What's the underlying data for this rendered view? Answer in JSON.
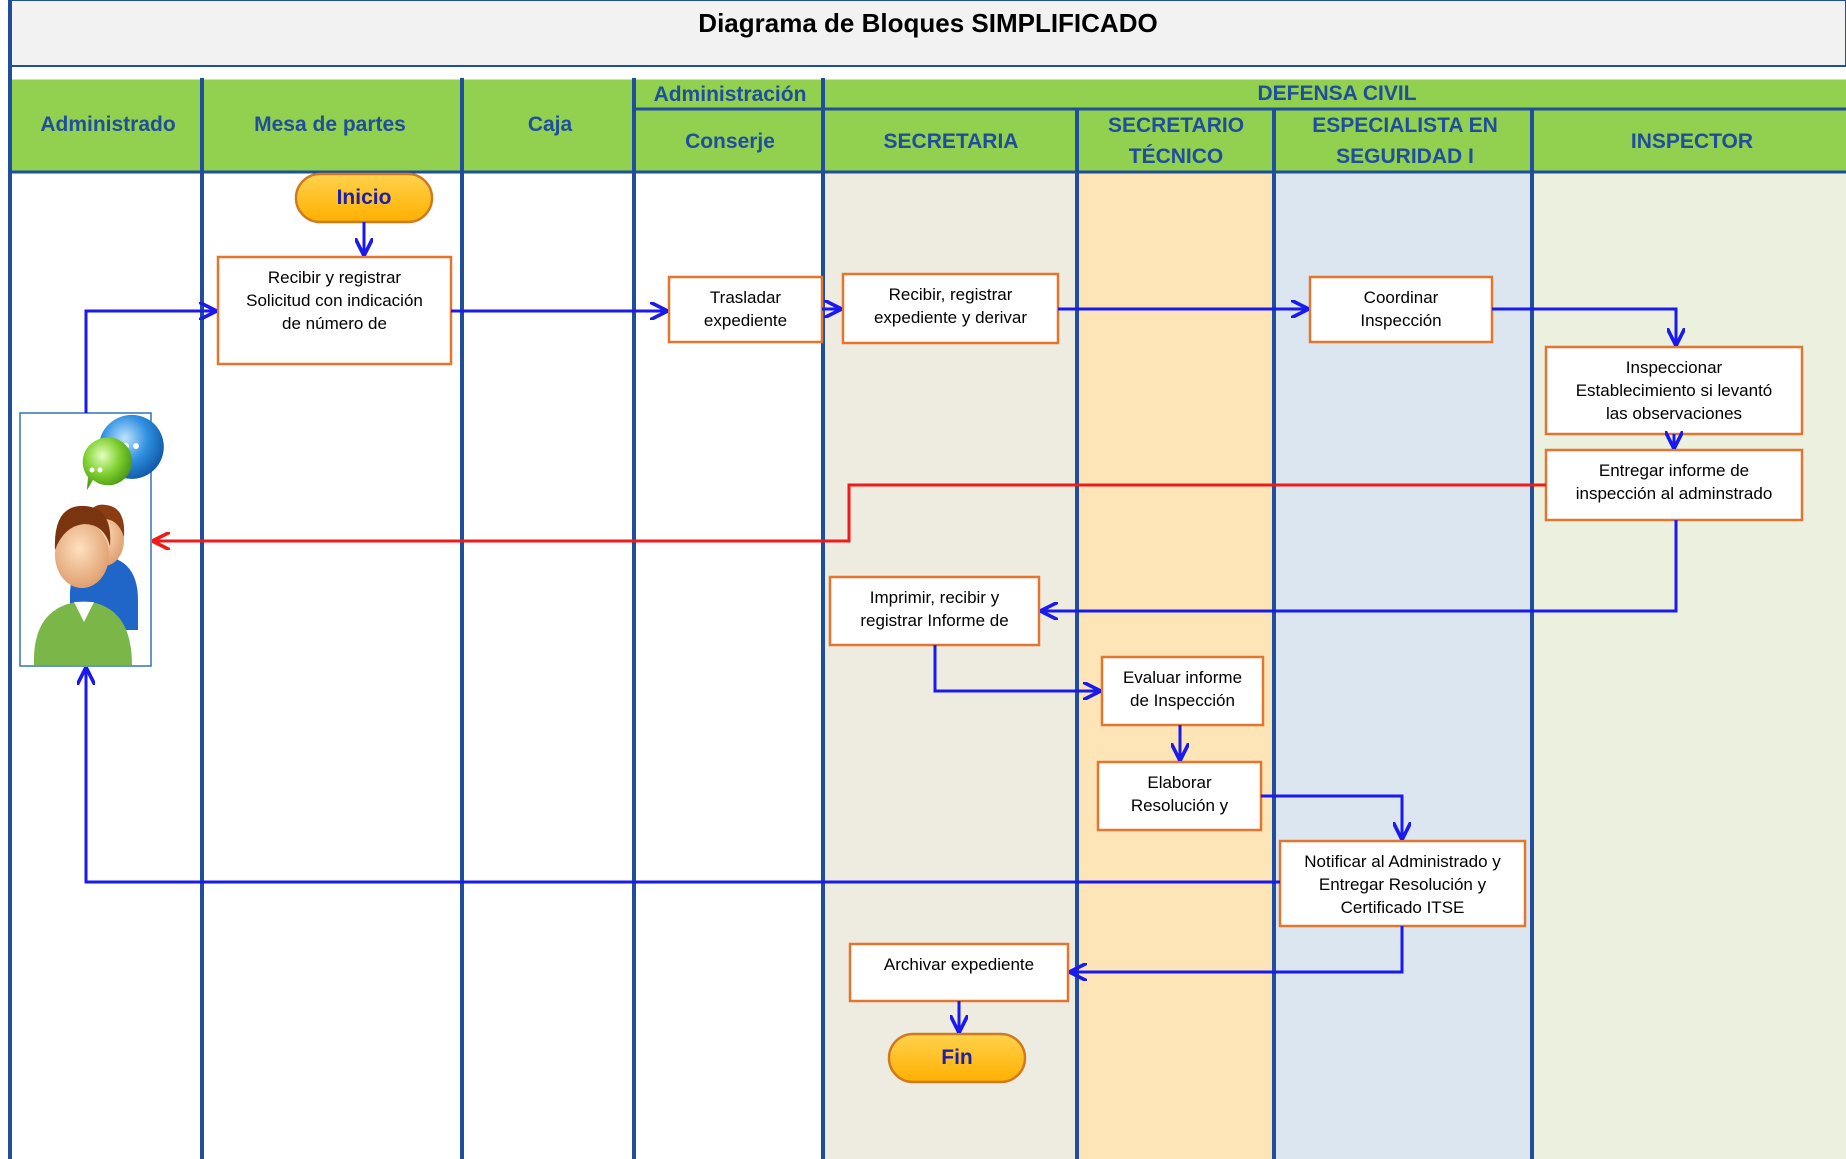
{
  "title": "Diagrama de Bloques  SIMPLIFICADO",
  "lanes": {
    "administrado": "Administrado",
    "mesa_de_partes": "Mesa de partes",
    "caja": "Caja",
    "administracion": "Administración",
    "conserje": "Conserje",
    "defensa_civil": "DEFENSA CIVIL",
    "secretaria": "SECRETARIA",
    "secretario_tecnico": [
      "SECRETARIO",
      "TÉCNICO"
    ],
    "especialista": [
      "ESPECIALISTA EN",
      "SEGURIDAD I"
    ],
    "inspector": "INSPECTOR"
  },
  "terminals": {
    "inicio": "Inicio",
    "fin": "Fin"
  },
  "steps": {
    "recibir_registrar": "Recibir y registrar\nSolicitud con indicación\nde número de",
    "trasladar": "Trasladar\nexpediente",
    "recibir_derivar": "Recibir, registrar\nexpediente y derivar",
    "coordinar": "Coordinar\nInspección",
    "inspeccionar": "Inspeccionar\nEstablecimiento si levantó\nlas observaciones",
    "entregar_informe": "Entregar informe de\ninspección al adminstrado",
    "imprimir": "Imprimir, recibir y\nregistrar Informe de",
    "evaluar": "Evaluar informe\nde Inspección",
    "elaborar": "Elaborar\nResolución y",
    "notificar": "Notificar al Administrado y\nEntregar Resolución y\nCertificado ITSE",
    "archivar": "Archivar expediente"
  },
  "colors": {
    "header_green": "#92d050",
    "lane_border": "#1f4e9c",
    "title_bg": "#f2f2f2",
    "secretaria_bg": "#eeece1",
    "secretario_bg": "#fde5b8",
    "especialista_bg": "#dce6f1",
    "inspector_bg": "#ebf1de",
    "box_border": "#e2762f",
    "terminal_fill": "#ffc000",
    "flow_blue": "#1a1aef",
    "flow_red": "#ef1a1a"
  },
  "icons": {
    "administrado_figure": "people-chat-icon"
  }
}
